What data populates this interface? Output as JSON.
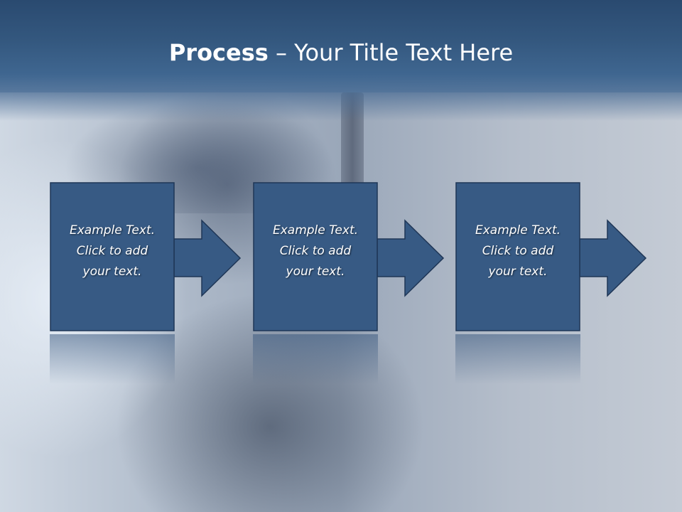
{
  "slide": {
    "title_bold": "Process",
    "title_rest": " – Your Title Text Here"
  },
  "process": {
    "steps": [
      {
        "line1": "Example Text.",
        "line2": "Click  to add",
        "line3": "your text."
      },
      {
        "line1": "Example Text.",
        "line2": "Click  to add",
        "line3": "your text."
      },
      {
        "line1": "Example Text.",
        "line2": "Click  to add",
        "line3": "your text."
      }
    ]
  },
  "colors": {
    "header": "#34587f",
    "box_fill": "#375a84",
    "box_stroke": "#1f3656",
    "text": "#ffffff"
  }
}
